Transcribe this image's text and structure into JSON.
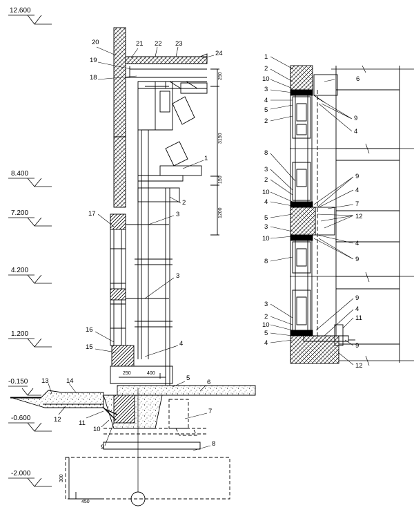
{
  "levels": [
    "12.600",
    "8.400",
    "7.200",
    "4.200",
    "1.200",
    "-0.150",
    "-0.600",
    "-2.000"
  ],
  "left_dims": [
    "250",
    "3150",
    "150",
    "1200",
    "250",
    "400",
    "300",
    "450"
  ],
  "left_callouts": [
    "20",
    "21",
    "22",
    "23",
    "24",
    "19",
    "18",
    "1",
    "2",
    "17",
    "3",
    "3",
    "16",
    "15",
    "4",
    "5",
    "6",
    "13",
    "14",
    "12",
    "11",
    "10",
    "9",
    "7",
    "8"
  ],
  "right_top_callouts": [
    "1",
    "2",
    "10",
    "3",
    "4",
    "5",
    "2",
    "6",
    "9",
    "4"
  ],
  "right_mid_callouts": [
    "8",
    "3",
    "2",
    "10",
    "4",
    "5",
    "3",
    "10",
    "8",
    "9",
    "4",
    "7",
    "12",
    "4",
    "9"
  ],
  "right_bot_callouts": [
    "3",
    "2",
    "10",
    "5",
    "4",
    "9",
    "4",
    "11",
    "9",
    "12"
  ]
}
